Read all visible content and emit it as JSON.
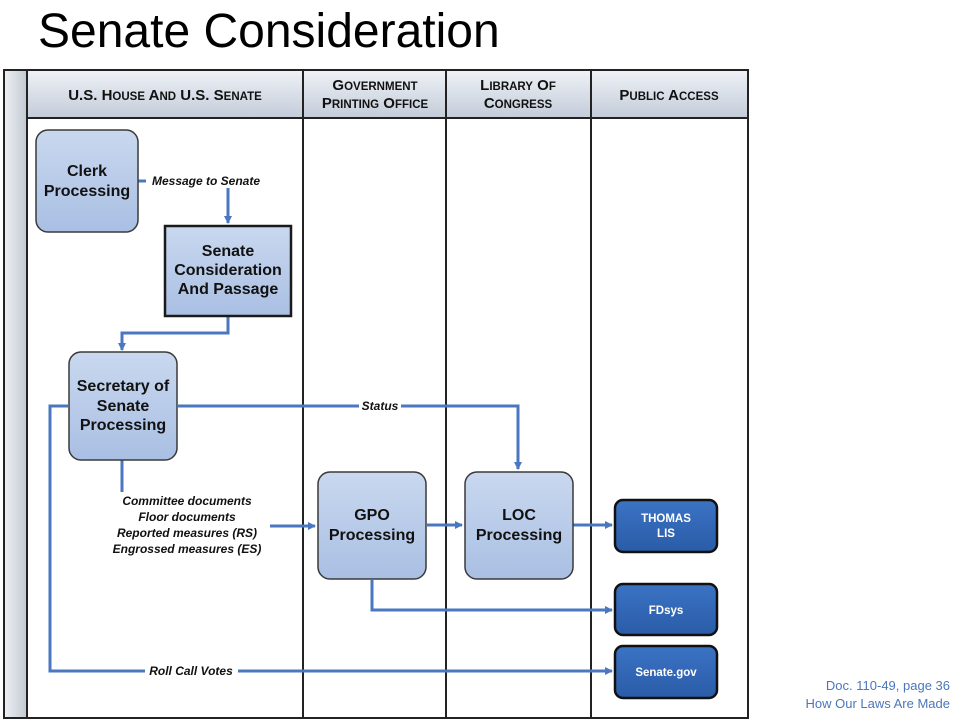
{
  "title": "Senate Consideration",
  "lanes": [
    {
      "id": "house-senate",
      "label_lines": [
        "U.S. House and U.S. Senate"
      ]
    },
    {
      "id": "gpo",
      "label_lines": [
        "Government",
        "Printing Office"
      ]
    },
    {
      "id": "loc",
      "label_lines": [
        "Library of",
        "Congress"
      ]
    },
    {
      "id": "public",
      "label_lines": [
        "Public Access"
      ]
    }
  ],
  "nodes": {
    "clerk": {
      "lines": [
        "Clerk",
        "Processing"
      ]
    },
    "senate_consideration": {
      "lines": [
        "Senate",
        "Consideration",
        "And Passage"
      ]
    },
    "secretary": {
      "lines": [
        "Secretary of",
        "Senate",
        "Processing"
      ]
    },
    "gpo_processing": {
      "lines": [
        "GPO",
        "Processing"
      ]
    },
    "loc_processing": {
      "lines": [
        "LOC",
        "Processing"
      ]
    },
    "thomas": {
      "lines": [
        "THOMAS",
        "LIS"
      ]
    },
    "fdsys": {
      "lines": [
        "FDsys"
      ]
    },
    "senate_gov": {
      "lines": [
        "Senate.gov"
      ]
    }
  },
  "edge_labels": {
    "message": "Message to Senate",
    "status": "Status",
    "documents": [
      "Committee documents",
      "Floor documents",
      "Reported measures (RS)",
      "Engrossed measures (ES)"
    ],
    "roll_call": "Roll Call Votes"
  },
  "footer": {
    "line1": "Doc. 110-49,  page 36",
    "line2": "How Our Laws Are Made"
  },
  "colors": {
    "node_fill": "#b3c7e6",
    "node_dark_fill": "#2f66b8",
    "arrow": "#4a77c0",
    "header_fill": "#d4dbe6",
    "footer_text": "#4a77b8"
  }
}
